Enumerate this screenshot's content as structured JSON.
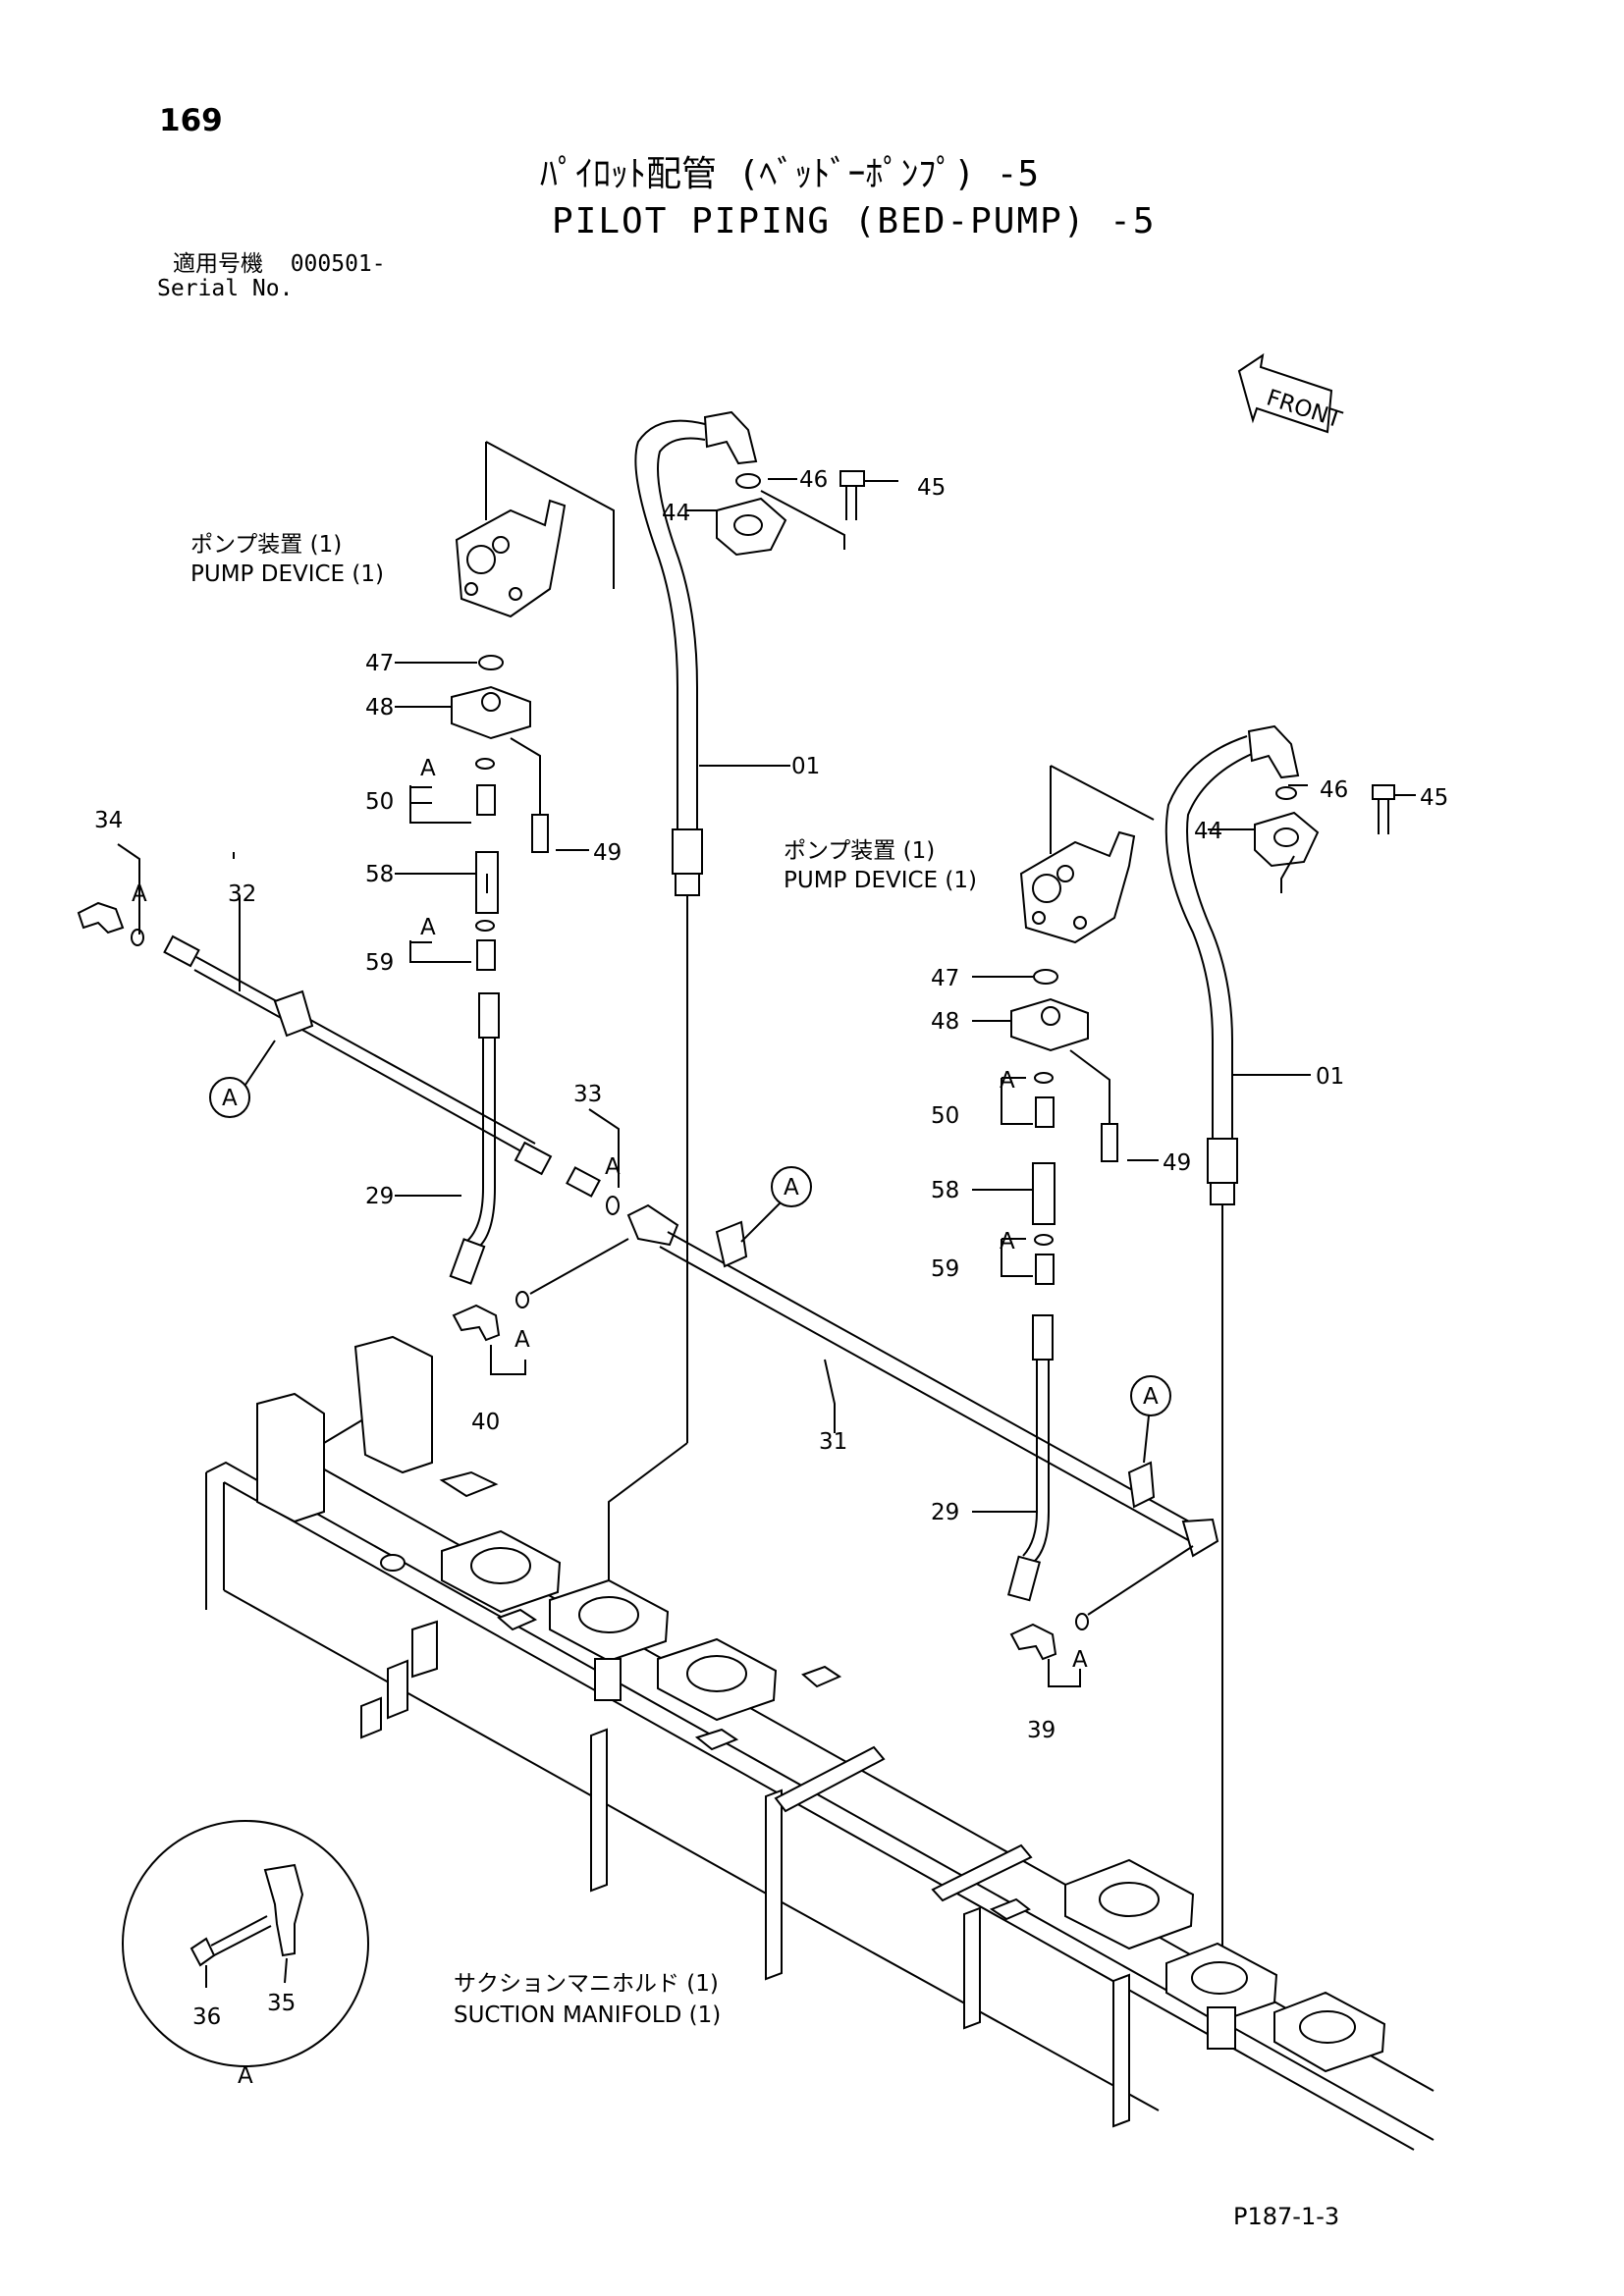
{
  "page_number": "169",
  "title_jp": "ﾊﾟｲﾛｯﾄ配管 (ﾍﾞｯﾄﾞｰﾎﾟﾝﾌﾟ) -5",
  "title_en": "PILOT PIPING (BED-PUMP) -5",
  "serial_label_jp": "適用号機  000501-",
  "serial_label_en": "Serial No.",
  "front_label": "FRONT",
  "pump_device_1": {
    "jp": "ポンプ装置 (1)",
    "en": "PUMP DEVICE (1)"
  },
  "pump_device_2": {
    "jp": "ポンプ装置 (1)",
    "en": "PUMP DEVICE (1)"
  },
  "suction_manifold": {
    "jp": "サクションマニホルド (1)",
    "en": "SUCTION MANIFOLD (1)"
  },
  "callouts": {
    "c46a": "46",
    "c45a": "45",
    "c44a": "44",
    "c47a": "47",
    "c48a": "48",
    "c50a": "50",
    "c49a": "49",
    "c58a": "58",
    "c59a": "59",
    "c01a": "01",
    "c34": "34",
    "c32": "32",
    "c33": "33",
    "c29a": "29",
    "c40": "40",
    "c31": "31",
    "c46b": "46",
    "c45b": "45",
    "c44b": "44",
    "c47b": "47",
    "c48b": "48",
    "c50b": "50",
    "c49b": "49",
    "c58b": "58",
    "c59b": "59",
    "c01b": "01",
    "c29b": "29",
    "c39": "39",
    "c36": "36",
    "c35": "35"
  },
  "detail_mark": "A",
  "footer_code": "P187-1-3"
}
